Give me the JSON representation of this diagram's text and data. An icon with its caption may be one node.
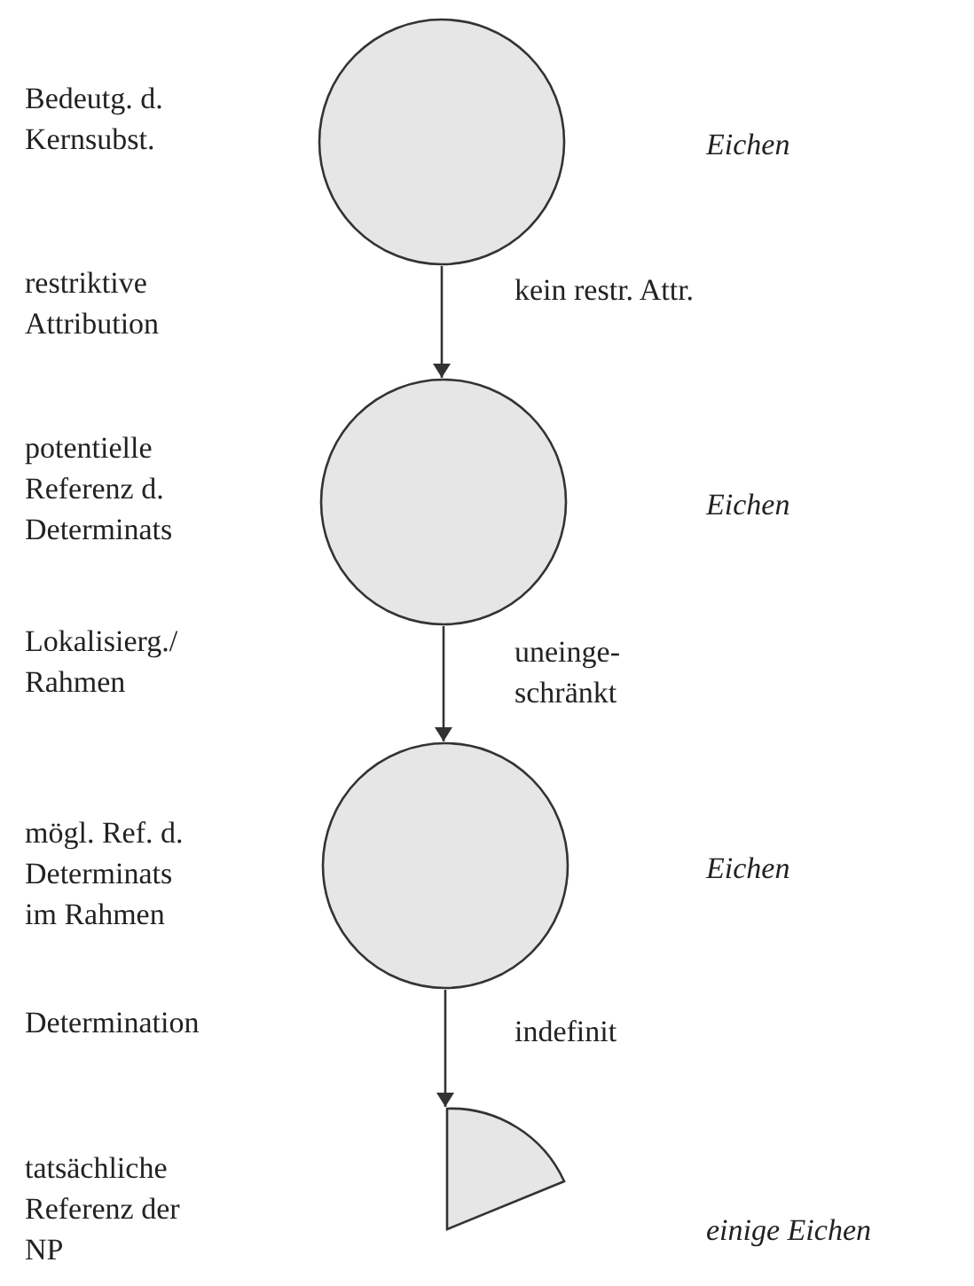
{
  "diagram": {
    "nodes": [
      {
        "text": [],
        "shape": "circle"
      },
      {
        "text": [],
        "shape": "circle"
      },
      {
        "text": [],
        "shape": "circle"
      },
      {
        "text": [],
        "shape": "sector"
      }
    ],
    "edges": [
      {
        "from": 0,
        "to": 1,
        "arrow": "to",
        "label": "kein restr. Attr."
      },
      {
        "from": 1,
        "to": 2,
        "arrow": "to",
        "label": "uneinge- schränkt"
      },
      {
        "from": 2,
        "to": 3,
        "arrow": "to",
        "label": "indefinit"
      }
    ],
    "labels": [
      "Bedeutg. d. Kernsubst.",
      "Eichen",
      "restriktive Attribution",
      "potentielle Referenz d. Determinats",
      "Eichen",
      "Lokalisierg./ Rahmen",
      "mögl. Ref. d. Determinats im Rahmen",
      "Eichen",
      "Determination",
      "tatsächliche Referenz der NP",
      "einige Eichen"
    ]
  }
}
